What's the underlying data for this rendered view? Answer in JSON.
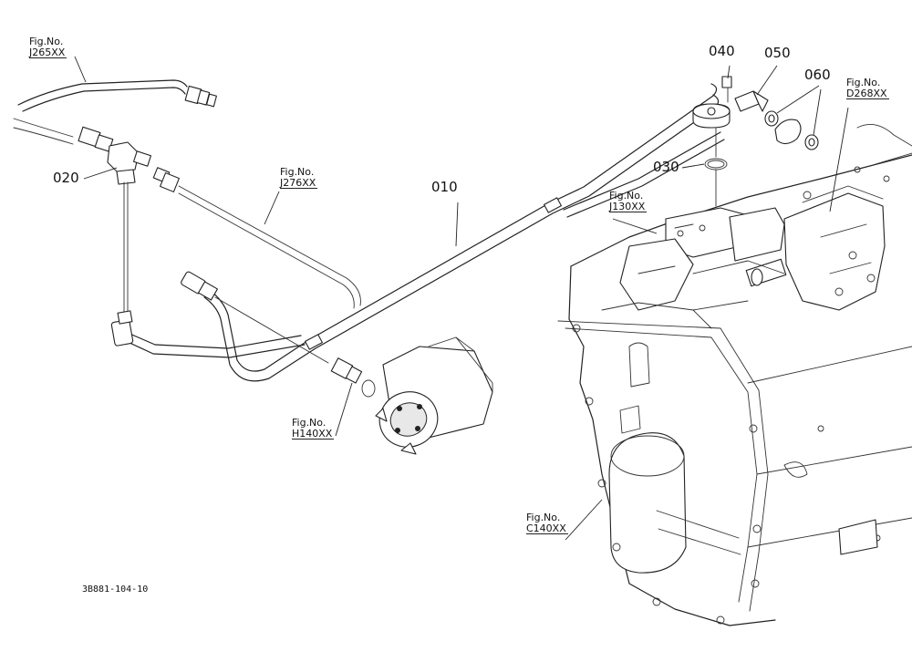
{
  "parts": {
    "p010": "010",
    "p020": "020",
    "p030": "030",
    "p040": "040",
    "p050": "050",
    "p060": "060"
  },
  "figure_refs": {
    "j265": {
      "prefix": "Fig.No.",
      "code": "J265XX"
    },
    "j276": {
      "prefix": "Fig.No.",
      "code": "J276XX"
    },
    "j130": {
      "prefix": "Fig.No.",
      "code": "J130XX"
    },
    "d268": {
      "prefix": "Fig.No.",
      "code": "D268XX"
    },
    "h140": {
      "prefix": "Fig.No.",
      "code": "H140XX"
    },
    "c140": {
      "prefix": "Fig.No.",
      "code": "C140XX"
    }
  },
  "drawing_id": "3B881-104-10",
  "colors": {
    "line": "#222222",
    "background": "#ffffff"
  }
}
